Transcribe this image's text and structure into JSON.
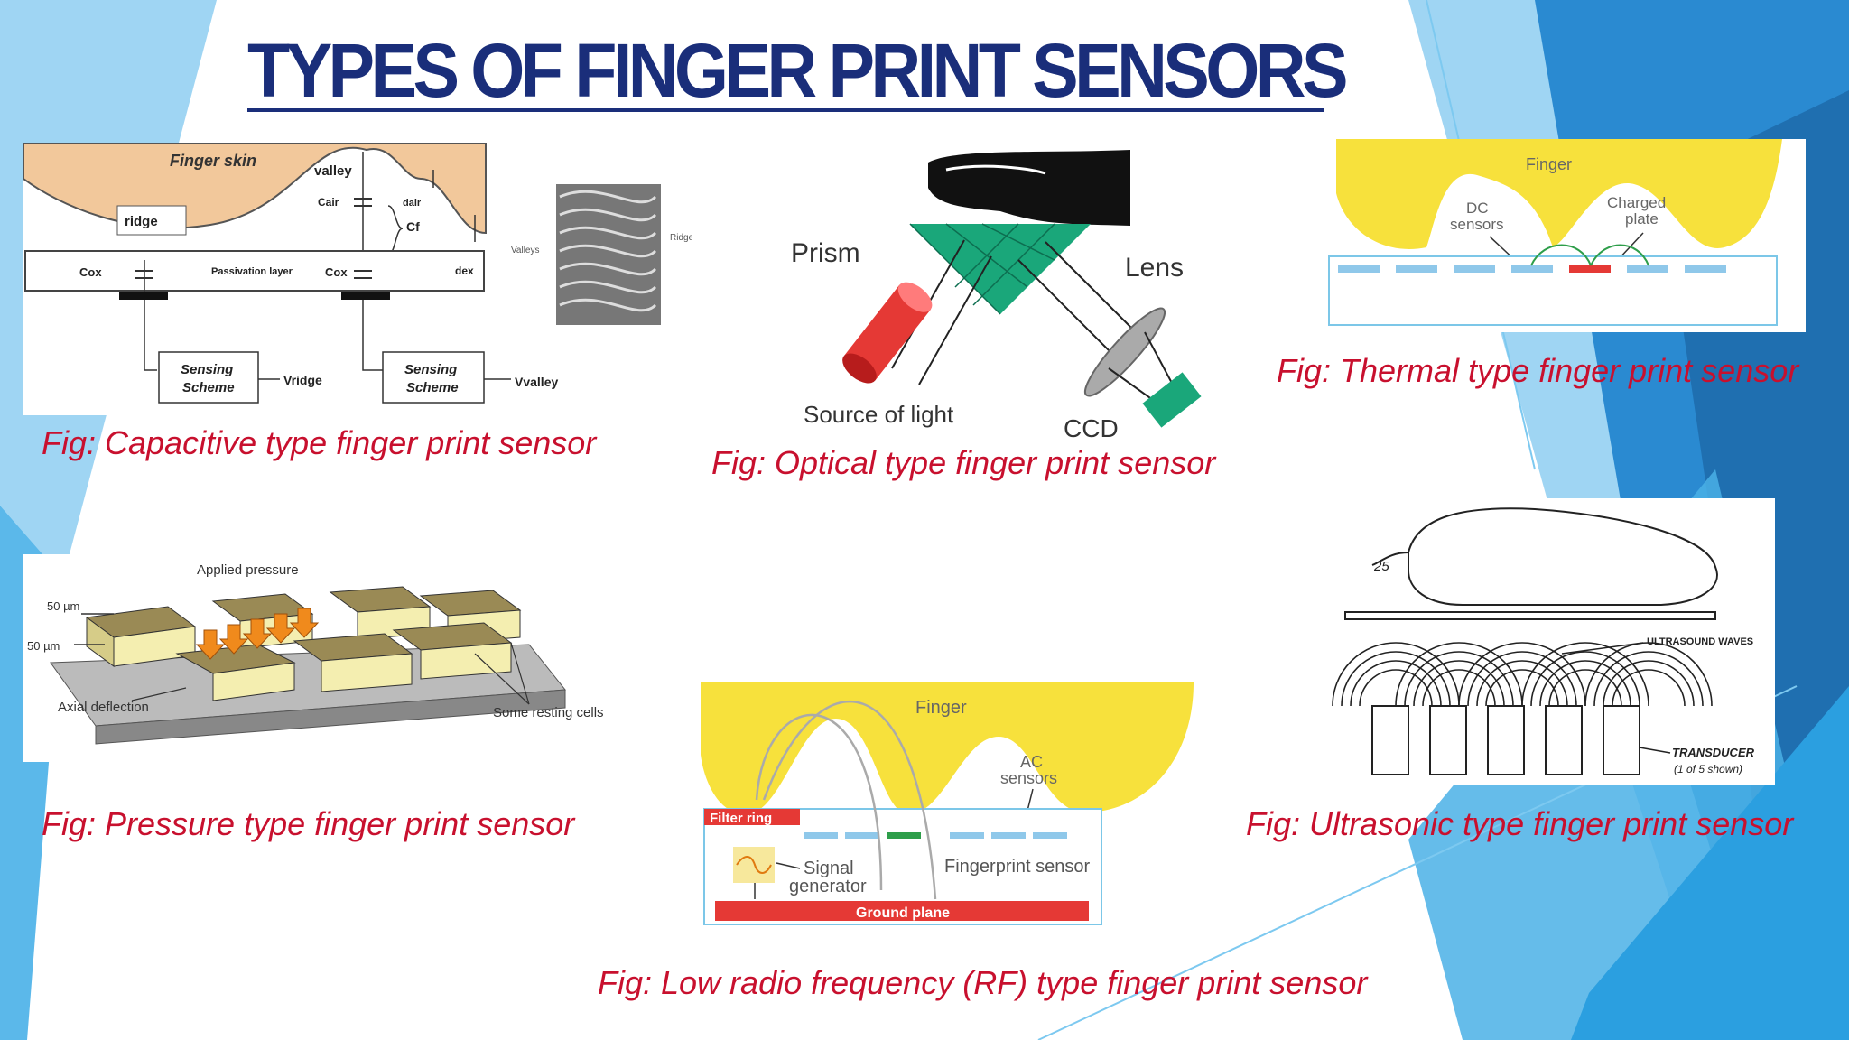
{
  "title": "TYPES OF FINGER PRINT SENSORS",
  "colors": {
    "title": "#1a2e7a",
    "caption": "#c8102e",
    "background_blue": "#1e8fd4",
    "skin": "#f2c89b",
    "finger_yellow": "#f7e13c",
    "prism_green": "#1aa77a",
    "ground_red": "#e53935"
  },
  "captions": {
    "capacitive": "Fig: Capacitive type finger print sensor",
    "optical": "Fig: Optical type finger print sensor",
    "thermal": "Fig: Thermal type finger print sensor",
    "pressure": "Fig: Pressure type finger print sensor",
    "rf": "Fig: Low radio frequency (RF) type finger print sensor",
    "ultrasonic": "Fig: Ultrasonic type finger print sensor"
  },
  "capacitive": {
    "finger_skin": "Finger skin",
    "valley": "valley",
    "ridge": "ridge",
    "c_air": "Cair",
    "c_f": "Cf",
    "d_air": "dair",
    "c_ox": "Cox",
    "passivation": "Passivation layer",
    "d_ex": "dex",
    "sensing_scheme": [
      "Sensing",
      "Scheme"
    ],
    "v_ridge": "Vridge",
    "v_valley": "Vvalley",
    "valleys_label": "Valleys",
    "ridges_label": "Ridges"
  },
  "optical": {
    "prism": "Prism",
    "lens": "Lens",
    "source": "Source of light",
    "ccd": "CCD"
  },
  "thermal": {
    "finger": "Finger",
    "dc_sensors": [
      "DC",
      "sensors"
    ],
    "charged_plate": [
      "Charged",
      "plate"
    ]
  },
  "pressure": {
    "applied_pressure": "Applied pressure",
    "dim1": "50 µm",
    "dim2": "50 µm",
    "axial_deflection": "Axial deflection",
    "resting_cells": "Some resting cells"
  },
  "rf": {
    "finger": "Finger",
    "ac_sensors": [
      "AC",
      "sensors"
    ],
    "filter_ring": "Filter ring",
    "signal_generator": [
      "Signal",
      "generator"
    ],
    "fingerprint_sensor": "Fingerprint sensor",
    "ground_plane": "Ground plane"
  },
  "ultrasonic": {
    "label_25": "25",
    "waves": "ULTRASOUND WAVES",
    "transducer": "TRANSDUCER",
    "transducer_note": "(1 of 5 shown)"
  }
}
